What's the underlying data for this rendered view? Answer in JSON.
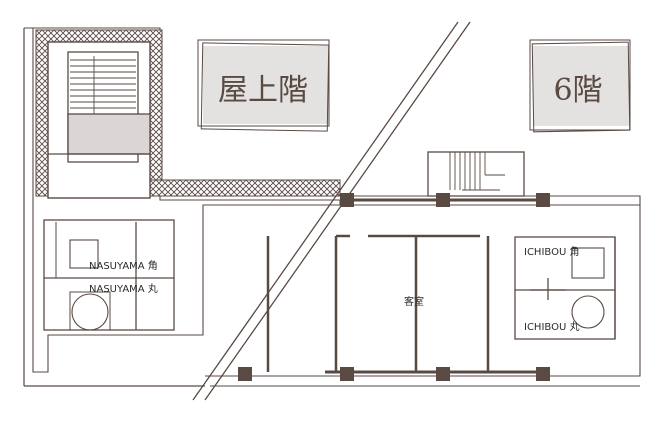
{
  "titles": {
    "rooftop": "屋上階",
    "sixth": "6階"
  },
  "rooms": {
    "nasuyama_kaku": "NASUYAMA 角",
    "nasuyama_maru": "NASUYAMA 丸",
    "guest_room": "客室",
    "ichibou_kaku": "ICHIBOU 角",
    "ichibou_maru": "ICHIBOU 丸"
  },
  "colors": {
    "line": "#5a4a44",
    "title_box": "#e4e2e1",
    "hatch": "#5a4a44"
  }
}
